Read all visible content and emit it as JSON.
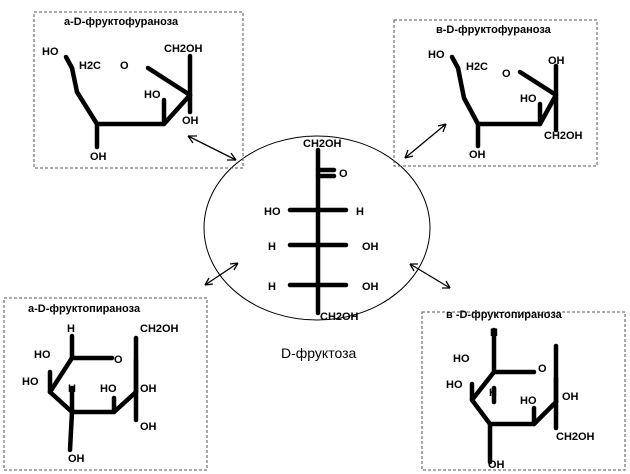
{
  "center": {
    "caption": "D-фруктоза",
    "labels": {
      "ch2oh_top": "CH2OH",
      "o": "O",
      "ho1": "HO",
      "h1": "H",
      "h2": "H",
      "oh2": "OH",
      "h3": "H",
      "oh3": "OH",
      "ch2oh_bottom": "CH2OH"
    }
  },
  "alpha_furanose": {
    "title": "а-D-фруктофураноза",
    "labels": {
      "ho": "HO",
      "h2c": "H2C",
      "o": "O",
      "ch2oh": "CH2OH",
      "ho_ring": "HO",
      "oh_right": "OH",
      "oh_bottom": "OH"
    }
  },
  "beta_furanose": {
    "title": "в-D-фруктофураноза",
    "labels": {
      "ho": "HO",
      "h2c": "H2C",
      "o": "O",
      "oh_top": "OH",
      "ho_ring": "HO",
      "ch2oh": "CH2OH",
      "oh_bottom": "OH"
    }
  },
  "alpha_pyranose": {
    "title": "а-D-фруктопираноза",
    "labels": {
      "h_top": "H",
      "ch2oh": "CH2OH",
      "ho": "HO",
      "o": "O",
      "ho_left": "HO",
      "h_mid": "H",
      "ho_mid": "HO",
      "oh_right": "OH",
      "oh_lowright": "OH",
      "oh_bottom": "OH"
    }
  },
  "beta_pyranose": {
    "title": "в -D-фруктопираноза",
    "labels": {
      "h_top": "H",
      "ho": "HO",
      "o": "O",
      "ho_left": "HO",
      "h_mid": "H",
      "ho_mid": "HO",
      "oh_right": "OH",
      "ch2oh": "CH2OH",
      "oh_bottom": "OH"
    }
  }
}
